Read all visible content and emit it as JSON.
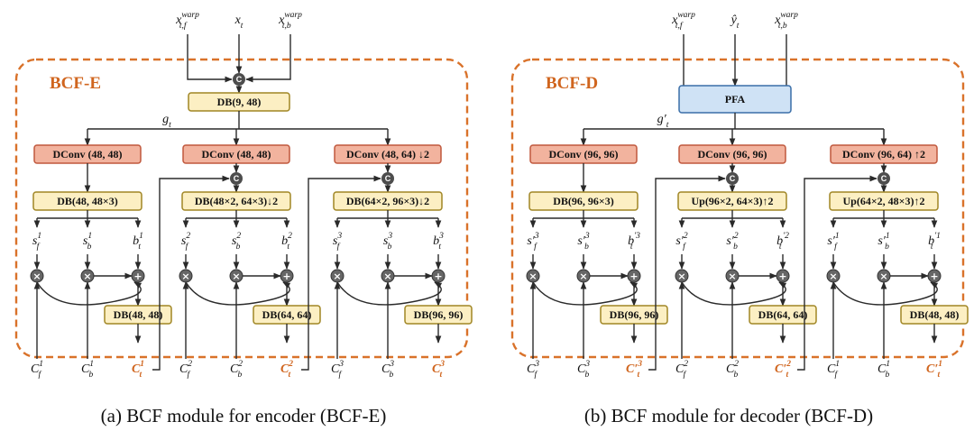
{
  "colors": {
    "orange_dashed": "#d9722a",
    "title_orange": "#d0651e",
    "dconv_fill": "#f2b39e",
    "dconv_stroke": "#c0583d",
    "db_fill": "#fcefc3",
    "db_stroke": "#a08624",
    "pfa_fill": "#cfe2f5",
    "pfa_stroke": "#3a6ea8",
    "output_orange": "#d0651e"
  },
  "concat_symbol": "C",
  "panel_a": {
    "title": "BCF-E",
    "caption": "(a) BCF module for encoder (BCF-E)",
    "inputs": [
      {
        "base": "x",
        "sup": "warp",
        "sub": "t,f"
      },
      {
        "base": "x",
        "sup": "",
        "sub": "t"
      },
      {
        "base": "x",
        "sup": "warp",
        "sub": "t,b"
      }
    ],
    "top_block": "DB(9, 48)",
    "g_label": {
      "base": "g",
      "sub": "t"
    },
    "branches": [
      {
        "dconv": "DConv (48, 48)",
        "db": "DB(48, 48×3)",
        "scales": [
          {
            "base": "s",
            "sup": "1",
            "sub": "f"
          },
          {
            "base": "s",
            "sup": "1",
            "sub": "b"
          },
          {
            "base": "b",
            "sup": "1",
            "sub": "t"
          }
        ],
        "out_block": "DB(48, 48)",
        "bottom": [
          {
            "base": "C",
            "sup": "1",
            "sub": "f"
          },
          {
            "base": "C",
            "sup": "1",
            "sub": "b"
          },
          {
            "base": "C",
            "sup": "1",
            "sub": "t"
          }
        ]
      },
      {
        "dconv": "DConv (48, 48)",
        "db": "DB(48×2, 64×3)↓2",
        "scales": [
          {
            "base": "s",
            "sup": "2",
            "sub": "f"
          },
          {
            "base": "s",
            "sup": "2",
            "sub": "b"
          },
          {
            "base": "b",
            "sup": "2",
            "sub": "t"
          }
        ],
        "out_block": "DB(64, 64)",
        "bottom": [
          {
            "base": "C",
            "sup": "2",
            "sub": "f"
          },
          {
            "base": "C",
            "sup": "2",
            "sub": "b"
          },
          {
            "base": "C",
            "sup": "2",
            "sub": "t"
          }
        ]
      },
      {
        "dconv": "DConv (48, 64) ↓2",
        "db": "DB(64×2, 96×3)↓2",
        "scales": [
          {
            "base": "s",
            "sup": "3",
            "sub": "f"
          },
          {
            "base": "s",
            "sup": "3",
            "sub": "b"
          },
          {
            "base": "b",
            "sup": "3",
            "sub": "t"
          }
        ],
        "out_block": "DB(96, 96)",
        "bottom": [
          {
            "base": "C",
            "sup": "3",
            "sub": "f"
          },
          {
            "base": "C",
            "sup": "3",
            "sub": "b"
          },
          {
            "base": "C",
            "sup": "3",
            "sub": "t"
          }
        ]
      }
    ]
  },
  "panel_b": {
    "title": "BCF-D",
    "caption": "(b) BCF module for decoder (BCF-D)",
    "inputs": [
      {
        "base": "x",
        "sup": "warp",
        "sub": "t,f"
      },
      {
        "base": "ŷ",
        "sup": "",
        "sub": "t"
      },
      {
        "base": "x",
        "sup": "warp",
        "sub": "t,b"
      }
    ],
    "top_block": "PFA",
    "g_label": {
      "base": "g′",
      "sub": "t"
    },
    "branches": [
      {
        "dconv": "DConv (96, 96)",
        "db": "DB(96, 96×3)",
        "scales": [
          {
            "base": "s′",
            "sup": "3",
            "sub": "f"
          },
          {
            "base": "s′",
            "sup": "3",
            "sub": "b"
          },
          {
            "base": "b",
            "sup": "′3",
            "sub": "t"
          }
        ],
        "out_block": "DB(96, 96)",
        "bottom": [
          {
            "base": "C",
            "sup": "3",
            "sub": "f"
          },
          {
            "base": "C",
            "sup": "3",
            "sub": "b"
          },
          {
            "base": "C′",
            "sup": "3",
            "sub": "t"
          }
        ]
      },
      {
        "dconv": "DConv (96, 96)",
        "db": "Up(96×2, 64×3)↑2",
        "scales": [
          {
            "base": "s′",
            "sup": "2",
            "sub": "f"
          },
          {
            "base": "s′",
            "sup": "2",
            "sub": "b"
          },
          {
            "base": "b",
            "sup": "′2",
            "sub": "t"
          }
        ],
        "out_block": "DB(64, 64)",
        "bottom": [
          {
            "base": "C",
            "sup": "2",
            "sub": "f"
          },
          {
            "base": "C",
            "sup": "2",
            "sub": "b"
          },
          {
            "base": "C′",
            "sup": "2",
            "sub": "t"
          }
        ]
      },
      {
        "dconv": "DConv (96, 64) ↑2",
        "db": "Up(64×2, 48×3)↑2",
        "scales": [
          {
            "base": "s′",
            "sup": "1",
            "sub": "f"
          },
          {
            "base": "s′",
            "sup": "1",
            "sub": "b"
          },
          {
            "base": "b",
            "sup": "′1",
            "sub": "t"
          }
        ],
        "out_block": "DB(48, 48)",
        "bottom": [
          {
            "base": "C",
            "sup": "1",
            "sub": "f"
          },
          {
            "base": "C",
            "sup": "1",
            "sub": "b"
          },
          {
            "base": "C′",
            "sup": "1",
            "sub": "t"
          }
        ]
      }
    ]
  }
}
